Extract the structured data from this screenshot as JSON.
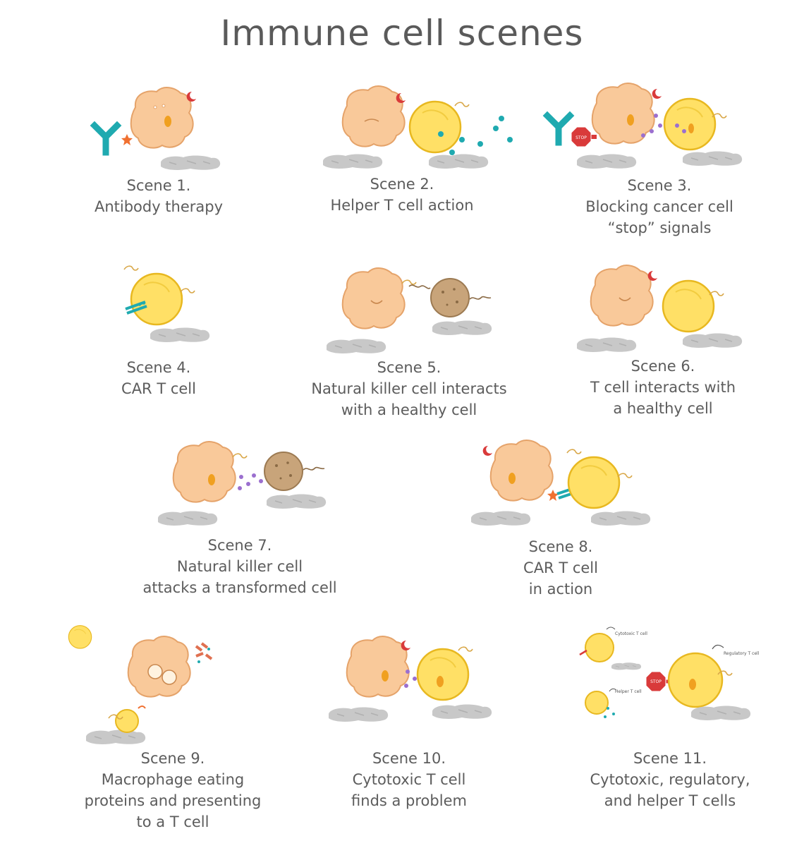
{
  "title": "Immune cell scenes",
  "colors": {
    "cancer_cell": "#F9C99A",
    "cancer_outline": "#E5A36A",
    "t_cell": "#FFE066",
    "t_cell_outline": "#E8B820",
    "nk_cell": "#C8A47A",
    "antibody": "#1FAAB0",
    "signal_dot": "#9B6FCF",
    "stop_sign": "#D93A3A",
    "tissue": "#C8C8C8",
    "accent_orange": "#F07030"
  },
  "scenes": [
    {
      "heading": "Scene 1.",
      "lines": [
        "Antibody therapy"
      ]
    },
    {
      "heading": "Scene 2.",
      "lines": [
        "Helper T cell action"
      ]
    },
    {
      "heading": "Scene 3.",
      "lines": [
        "Blocking cancer cell",
        "“stop” signals"
      ]
    },
    {
      "heading": "Scene 4.",
      "lines": [
        "CAR T cell"
      ]
    },
    {
      "heading": "Scene 5.",
      "lines": [
        "Natural killer cell interacts",
        "with a healthy cell"
      ]
    },
    {
      "heading": "Scene 6.",
      "lines": [
        "T cell interacts with",
        "a healthy cell"
      ]
    },
    {
      "heading": "Scene 7.",
      "lines": [
        "Natural killer cell",
        "attacks a transformed cell"
      ]
    },
    {
      "heading": "Scene 8.",
      "lines": [
        "CAR T cell",
        "in action"
      ]
    },
    {
      "heading": "Scene  9.",
      "lines": [
        "Macrophage eating",
        "proteins and presenting",
        "to a T cell"
      ]
    },
    {
      "heading": "Scene  10.",
      "lines": [
        "Cytotoxic T cell",
        "finds a problem"
      ]
    },
    {
      "heading": "Scene  11.",
      "lines": [
        "Cytotoxic, regulatory,",
        "and helper T cells"
      ]
    }
  ],
  "scene11_labels": {
    "cytotoxic": "Cytotoxic T cell",
    "regulatory": "Regulatory T cell",
    "helper": "Helper T cell",
    "stop": "STOP"
  },
  "scene3_stop": "STOP"
}
